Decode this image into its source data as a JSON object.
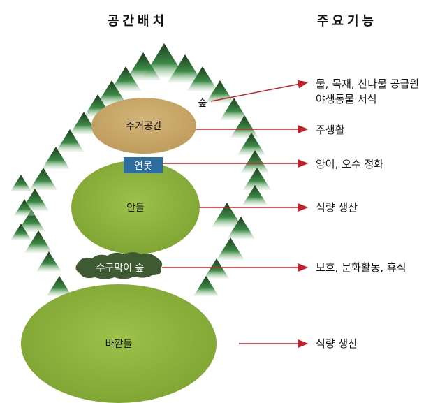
{
  "titles": {
    "layout": "공간배치",
    "function": "주요기능"
  },
  "areas": {
    "forest": "숲",
    "residential": "주거공간",
    "pond": "연못",
    "inner_field": "안들",
    "sugumagi_forest": "수구막이 숲",
    "outer_field": "바깥들"
  },
  "functions": {
    "forest_line1": "물, 목재, 산나물 공급원",
    "forest_line2": "야생동물 서식",
    "residential": "주생활",
    "pond": "양어, 오수 정화",
    "inner_field": "식량 생산",
    "sugumagi_forest": "보호, 문화활동, 휴식",
    "outer_field": "식량 생산"
  },
  "colors": {
    "arrow": "#c4202c",
    "tan": "#c9a96b",
    "green": "#8db53c",
    "pond": "#2e6e9e",
    "forest": "#2f5a2c"
  }
}
